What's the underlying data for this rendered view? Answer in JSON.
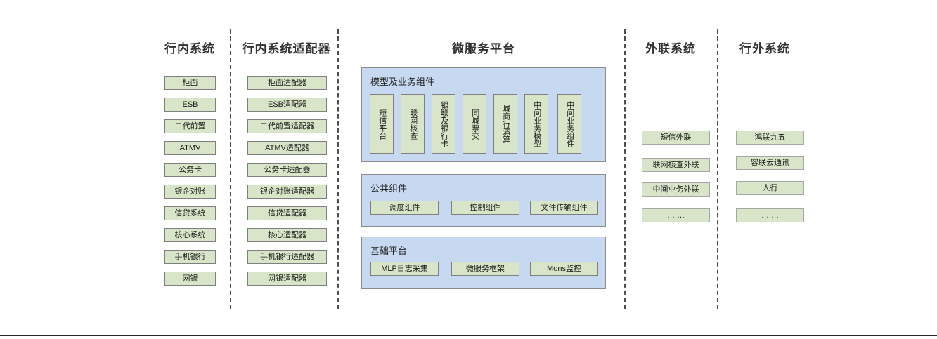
{
  "colors": {
    "box_fill": "#d9e5c8",
    "box_border": "#7f7f7f",
    "panel_fill": "#c6d9f1",
    "panel_border": "#8c8c8c",
    "divider": "#4d4d4d",
    "header_text": "#333333",
    "page_background": "#ffffff"
  },
  "columns": {
    "internal_systems": {
      "header": "行内系统",
      "items": [
        "柜面",
        "ESB",
        "二代前置",
        "ATMV",
        "公务卡",
        "银企对账",
        "信贷系统",
        "核心系统",
        "手机银行",
        "网银"
      ]
    },
    "internal_adapters": {
      "header": "行内系统适配器",
      "items": [
        "柜面适配器",
        "ESB适配器",
        "二代前置适配器",
        "ATMV适配器",
        "公务卡适配器",
        "银企对账适配器",
        "信贷适配器",
        "核心适配器",
        "手机银行适配器",
        "网银适配器"
      ]
    },
    "external_link_systems": {
      "header": "外联系统",
      "items": [
        "短信外联",
        "联网核查外联",
        "中间业务外联",
        "… …"
      ]
    },
    "outside_bank_systems": {
      "header": "行外系统",
      "items": [
        "鸿联九五",
        "容联云通讯",
        "人行",
        "… …"
      ]
    }
  },
  "microservice_platform": {
    "title": "微服务平台",
    "panels": [
      {
        "title": "模型及业务组件",
        "orientation": "vertical",
        "items": [
          "短信平台",
          "联网核查",
          "银联及银行卡",
          "同城票交",
          "城商行清算",
          "中间业务模型",
          "中间业务组件"
        ]
      },
      {
        "title": "公共组件",
        "orientation": "horizontal",
        "items": [
          "调度组件",
          "控制组件",
          "文件传输组件"
        ]
      },
      {
        "title": "基础平台",
        "orientation": "horizontal",
        "items": [
          "MLP日志采集",
          "微服务框架",
          "Mons监控"
        ]
      }
    ]
  }
}
